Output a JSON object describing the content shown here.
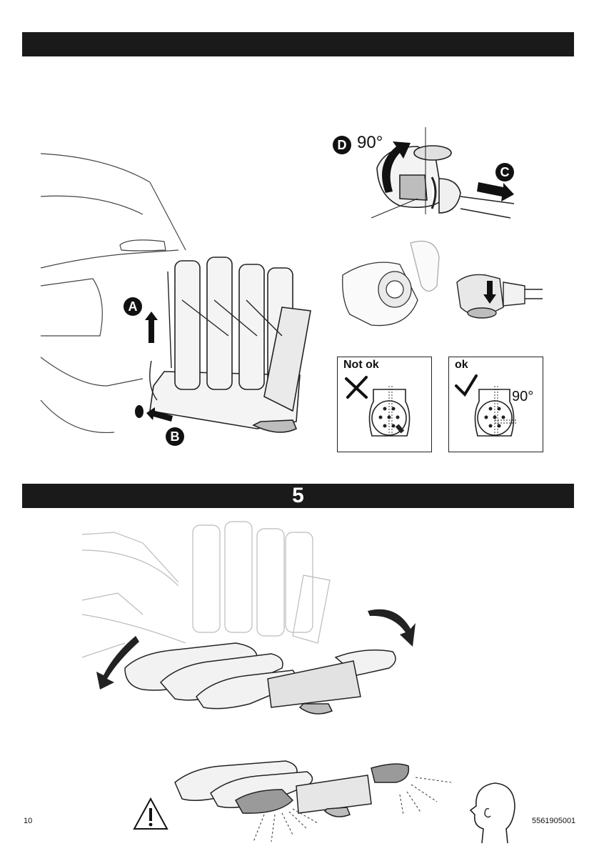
{
  "header_bar": {
    "title": ""
  },
  "step5": {
    "number": "5"
  },
  "callouts": {
    "a": "A",
    "b": "B",
    "c": "C",
    "d": "D"
  },
  "rotation": {
    "d_angle": "90°",
    "ok_angle": "90°"
  },
  "panels": {
    "not_ok_label": "Not ok",
    "ok_label": "ok"
  },
  "footer": {
    "page_number": "10",
    "doc_code": "5561905001"
  },
  "icons": [
    "cross-icon",
    "check-icon",
    "warning-triangle-icon",
    "listening-head-icon",
    "rotate-arrow-icon"
  ],
  "colors": {
    "bar": "#1a1a1a",
    "line": "#333333",
    "muted": "#bbbbbb",
    "fill_grey": "#d9d9d9"
  }
}
